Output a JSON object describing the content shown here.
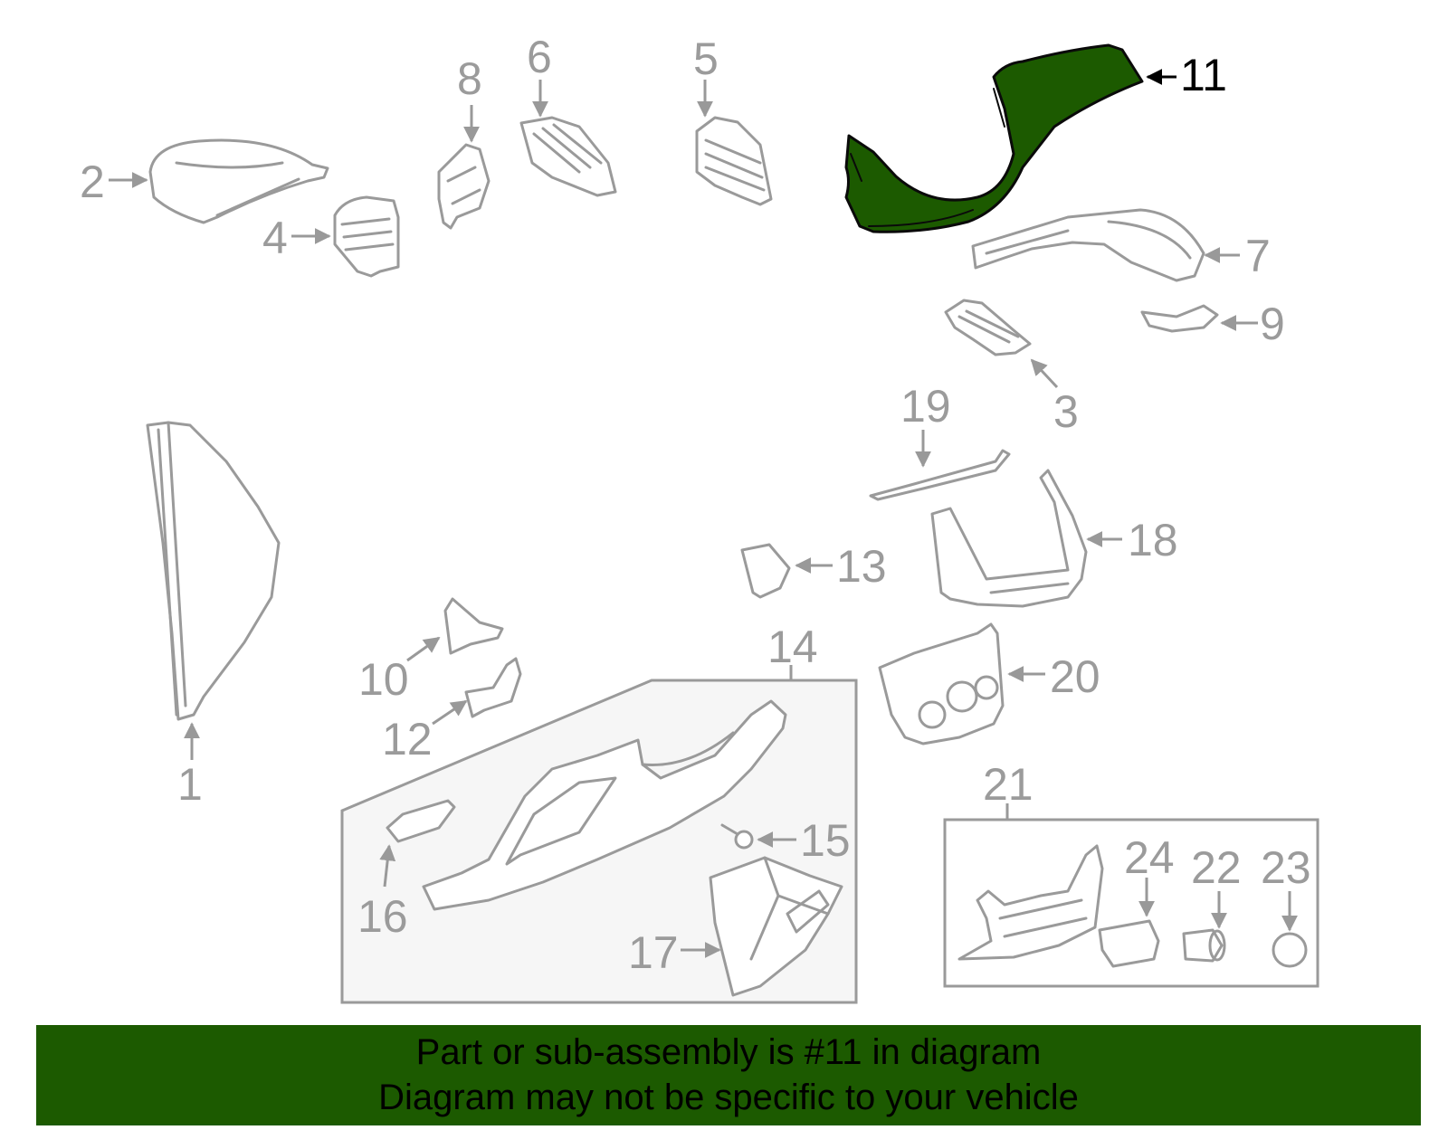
{
  "colors": {
    "highlight": "#1c5a00",
    "part_stroke": "#9a9a9a",
    "banner_bg": "#1c5a00"
  },
  "callouts": {
    "c1": "1",
    "c2": "2",
    "c3": "3",
    "c4": "4",
    "c5": "5",
    "c6": "6",
    "c7": "7",
    "c8": "8",
    "c9": "9",
    "c10": "10",
    "c11": "11",
    "c12": "12",
    "c13": "13",
    "c14": "14",
    "c15": "15",
    "c16": "16",
    "c17": "17",
    "c18": "18",
    "c19": "19",
    "c20": "20",
    "c21": "21",
    "c22": "22",
    "c23": "23",
    "c24": "24"
  },
  "highlighted_part": "11",
  "banner": {
    "line1": "Part or sub-assembly is #11 in diagram",
    "line2": "Diagram may not be specific to your vehicle"
  }
}
